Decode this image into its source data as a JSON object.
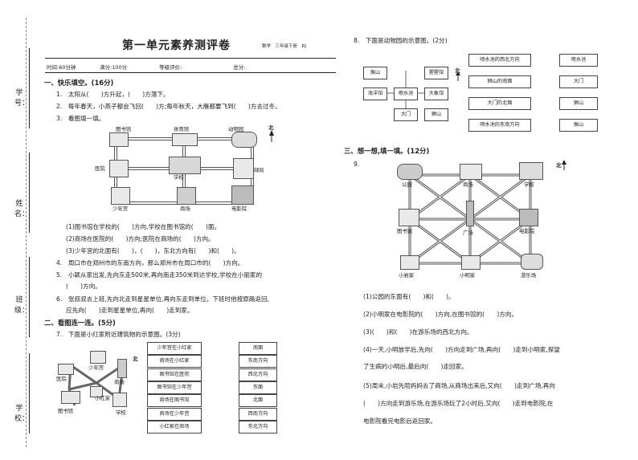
{
  "spine": {
    "xuehao": "学号：",
    "xingming": "姓名：",
    "banji": "班级：",
    "xuexiao": "学校："
  },
  "header": {
    "title": "第一单元素养测评卷",
    "meta": "数学　三年级下册　RJ",
    "info": {
      "time": "时间:60分钟",
      "score_full": "满分:100分",
      "grade": "等级评价:",
      "total": "总分:"
    }
  },
  "s1": {
    "title": "一、快乐填空。(16分)",
    "q1": "1.　太阳从(　　)方升起，(　　)方落下。",
    "q2": "2.　每年春天，小燕子都会飞回(　　)方;每年秋天，大雁都要飞到(　　)方去过冬。",
    "q3": "3.　看图填一填。",
    "map": {
      "library": "图书馆",
      "gym": "体育馆",
      "zoo": "动物园",
      "hospital": "医院",
      "school": "学校",
      "post": "邮局",
      "youth": "少年宫",
      "mall": "商场",
      "cinema": "电影院",
      "north": "北"
    },
    "q3a": "(1)图书馆在学校的(　　)方向,学校在图书馆的(　　)面。",
    "q3b": "(2)商场在医院的(　　)方向;医院在商场的(　　)方向。",
    "q3c": "(3)少年宫的北面有(　　)，(　　)，东北方向有(　　)和(　　)。",
    "q4": "4.　周口市在郑州市的东南方向，那么郑州市在周口市的(　　)方向。",
    "q5a": "5.　小颖从家出发,先向东走500米,再向南走350米到达学校,学校在小丽家的",
    "q5b": "(　　)方向。",
    "q6a": "6.　张叔叔去上班,先向北走到星星单位,再向东走到单位。下班时他按原路返回,",
    "q6b": "应先向(　　)走到星星单位,再向(　　)走到家。"
  },
  "s2": {
    "title": "二、看图连一连。(5分)",
    "q7": "7.　下面是小红家附近建筑物的示意图。(3分)",
    "map": {
      "youth": "少年宫",
      "mall": "商场",
      "hospital": "医院",
      "home": "小红家",
      "library": "图书馆",
      "school": "学校",
      "north": "北"
    },
    "left": [
      "少年宫在小红家",
      "商场在小红家",
      "图书馆在医院",
      "图书馆在少年宫",
      "商场在图书馆",
      "商场在少年宫",
      "小红家在商场"
    ],
    "right": [
      "南面",
      "东南方向",
      "西北方向",
      "东面",
      "北面",
      "西南方向",
      "东北方向"
    ]
  },
  "q8": {
    "title": "8.　下面是动物园的示意图。(2分)",
    "map": {
      "monkey": "猴山",
      "gorilla": "猩猩馆",
      "elephant": "大象馆",
      "ocean": "海洋馆",
      "pool": "喷水池",
      "gate": "大门",
      "lion": "狮山",
      "north": "北"
    },
    "left": [
      "喷水池的西北方向",
      "狮山的南面",
      "大门的北面",
      "喷水池的东南方向"
    ],
    "right": [
      "喷水池",
      "大门",
      "狮山",
      "猴山"
    ]
  },
  "s3": {
    "title": "三、想一想,填一填。(12分)",
    "q9": "9.",
    "map": {
      "park": "公园",
      "mall": "商场",
      "school": "学校",
      "library": "图书馆",
      "square": "广场",
      "cinema": "电影院",
      "xiaoyan": "小岩家",
      "xiaoming": "小明家",
      "amusement": "游乐场",
      "north": "北"
    },
    "a1": "(1)公园的东面有(　　)和(　　)。",
    "a2": "(2)小明家在电影院的(　　)方向,在图书馆的(　　)方向。",
    "a3": "(3)(　　)和(　　)在游乐场的西北方向。",
    "a4a": "(4)一天,小明放学后,先向(　　)方向走到广场,再向(　　)走到小明家,探望",
    "a4b": "了生病的小明后,最后向(　　)走回家。",
    "a5a": "(5)周末,小岩先陪妈妈去了商场,从商场出来后,又向(　　)走到广场,再向",
    "a5b": "(　　)方向走到游乐场,在游乐场玩了2小时后,又向(　　)走到电影院,在",
    "a5c": "电影院看完电影后返回家。"
  }
}
